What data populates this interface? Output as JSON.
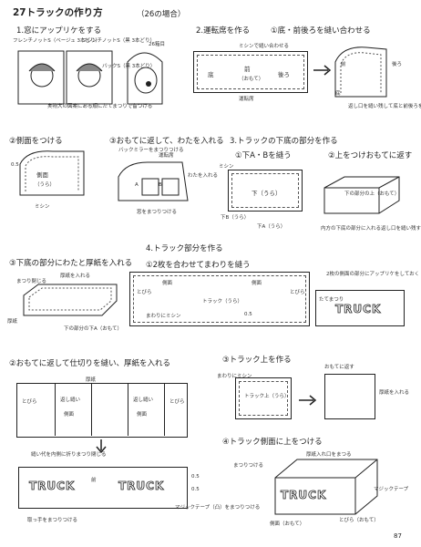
{
  "header": {
    "title": "27トラックの作り方",
    "case": "（26の場合）",
    "page_number": "87"
  },
  "steps": {
    "s1": "1.窓にアップリケをする",
    "s2": "2.運転席を作る",
    "s2a": "①底・前後ろを縫い合わせる",
    "s2b": "②側面をつける",
    "s2c": "③おもてに返して、わたを入れる",
    "s3": "3.トラックの下底の部分を作る",
    "s3a": "①下A・Bを縫う",
    "s3b": "②上をつけおもてに返す",
    "s3c": "③下底の部分にわたと厚紙を入れる",
    "s4": "4.トラック部分を作る",
    "s4a": "①2枚を合わせてまわりを縫う",
    "s4b": "②おもてに返して仕切りを縫い、厚紙を入れる",
    "s4c": "③トラック上を作る",
    "s4d": "④トラック側面に上をつける"
  },
  "labels": {
    "french_knot_s_beige": "フレンチノットS（ベージュ 3本どり）",
    "french_knot_s_black": "フレンチノットS（黒 3本どり）",
    "back_s": "バックS（黒 3本どり）",
    "s26": "26箱目",
    "material_note": "実物大の図案にある順にたてまつりで留つける",
    "mishin": "ミシン",
    "mishin_nuiawase": "ミシンで縫い合わせる",
    "soko": "底",
    "mae": "前",
    "omote": "（おもて）",
    "ushiro": "後ろ",
    "untenseki": "運転席",
    "kaeshiguchi": "返し口を縫い残して底と前後ろを縫う",
    "sokumen": "側面",
    "ura": "（うら）",
    "dim_05": "0.5",
    "back_mirror": "バックミラーをまつりつける",
    "wata": "わたを入れる",
    "mado_matsuri": "窓をまつりつける",
    "a": "A",
    "b": "B",
    "shita_b": "下B（うら）",
    "shita_a": "下A（うら）",
    "shita_ura": "下（うら）",
    "shita_omote": "下の部分の上（おもて）",
    "uchigawa_note": "内方の下底の部分に入れる返し口を縫い残す",
    "matsuri_tojiru": "まつり閉じる",
    "atsugami_ireru": "厚紙を入れる",
    "atsugami": "厚紙",
    "wata_ireru": "わたを入れる",
    "shita_bubun_note": "下の部分の下A（おもて）",
    "tobira": "とびら",
    "truck_ura": "トラック（うら）",
    "mawari_mishin": "まわりにミシン",
    "applique_note": "2枚の側面の部分にアップリケをしておく",
    "tate_matsuri": "たてまつり",
    "truck_word": "TRUCK",
    "kaeshi_nui": "返し縫い",
    "nuishiro_note": "縫い代を内側に折りまつり閉じる",
    "magic_tape_a": "マジックテープ（凸）をまつりつける",
    "tottesu": "取っ手をまつりつける",
    "truck_ue": "トラック上（うら）",
    "mawari_nishin": "まわりにミシン",
    "omote_ni_kaesu": "おもてに返す",
    "atsugami_ireguchi": "厚紙入れ口をまつる",
    "matsuri_tsukeru": "まつりつける",
    "magic_tape": "マジックテープ",
    "tobira_omote": "とびら（おもて）",
    "sokumen_omote": "側面（おもて）"
  }
}
